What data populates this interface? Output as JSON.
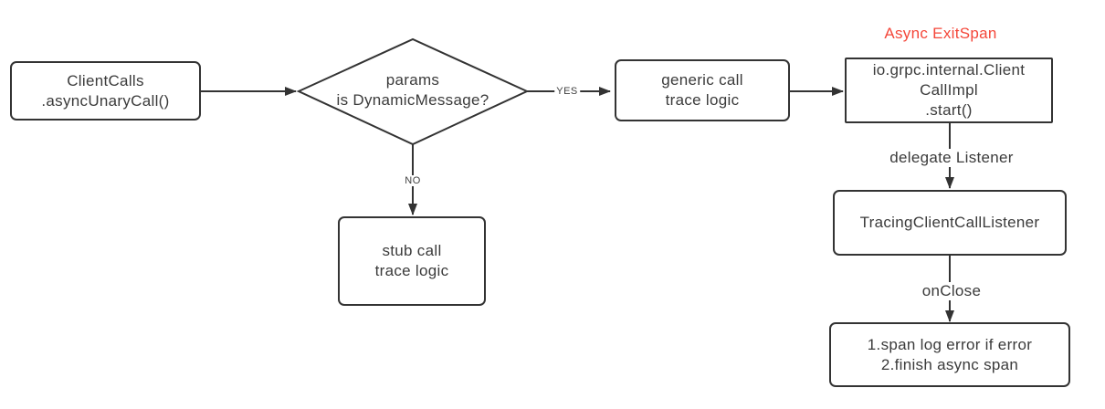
{
  "canvas": {
    "background": "#ffffff",
    "line_color": "#333333",
    "text_color": "#3b3b3b"
  },
  "annotation": {
    "label": "Async ExitSpan",
    "color": "#f4473a"
  },
  "nodes": {
    "client_calls": {
      "lines": [
        "ClientCalls",
        ".asyncUnaryCall()"
      ]
    },
    "decision": {
      "lines": [
        "params",
        "is DynamicMessage?"
      ]
    },
    "generic_call": {
      "lines": [
        "generic call",
        "trace logic"
      ]
    },
    "stub_call": {
      "lines": [
        "stub call",
        "trace logic"
      ]
    },
    "client_call_impl": {
      "lines": [
        "io.grpc.internal.Client",
        "CallImpl",
        ".start()"
      ]
    },
    "tracing_listener": {
      "label": "TracingClientCallListener"
    },
    "close_actions": {
      "lines": [
        "1.span log error if error",
        "2.finish async span"
      ]
    }
  },
  "edges": {
    "yes": "YES",
    "no": "NO",
    "delegate": "delegate Listener",
    "on_close": "onClose"
  }
}
